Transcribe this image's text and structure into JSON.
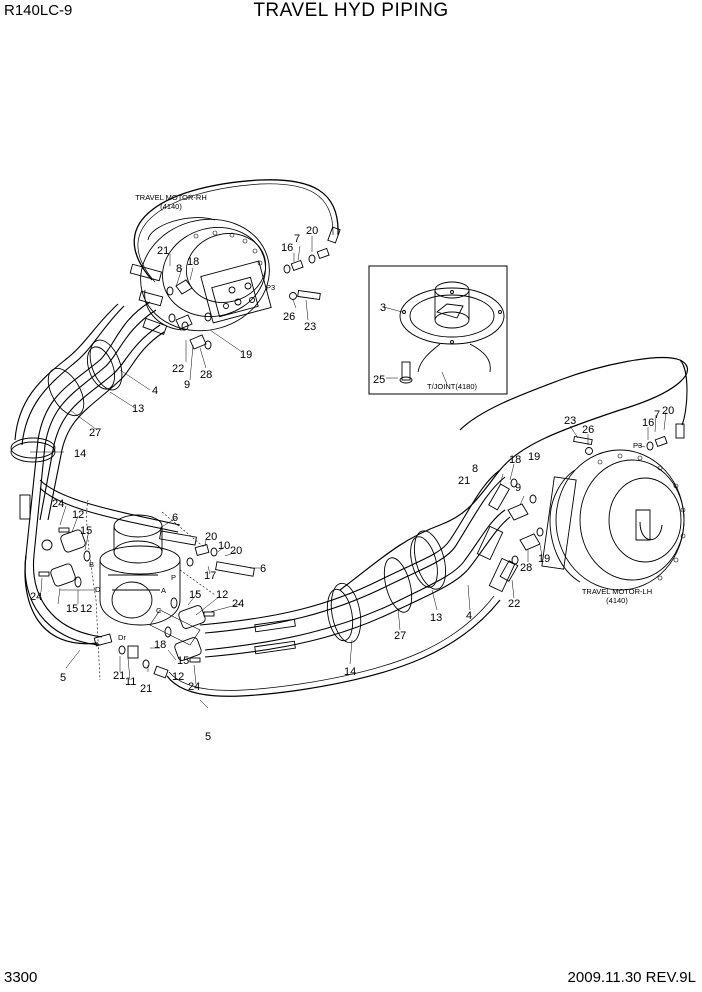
{
  "header": {
    "model": "R140LC-9",
    "title": "TRAVEL HYD PIPING"
  },
  "footer": {
    "page_number": "3300",
    "revision": "2009.11.30  REV.9L"
  },
  "components": {
    "motor_rh_name": "TRAVEL MOTOR-RH",
    "motor_rh_ref": "(4140)",
    "motor_lh_name": "TRAVEL MOTOR-LH",
    "motor_lh_ref": "(4140)",
    "tjoint": "T/JOINT(4180)"
  },
  "port_labels": [
    "P3",
    "P3",
    "A",
    "B",
    "C",
    "D",
    "P",
    "Dr"
  ],
  "part_callouts": [
    "3",
    "4",
    "4",
    "5",
    "5",
    "6",
    "6",
    "7",
    "7",
    "8",
    "8",
    "9",
    "9",
    "10",
    "11",
    "12",
    "12",
    "12",
    "12",
    "13",
    "13",
    "14",
    "14",
    "15",
    "15",
    "15",
    "15",
    "16",
    "16",
    "17",
    "18",
    "18",
    "18",
    "19",
    "19",
    "19",
    "20",
    "20",
    "20",
    "20",
    "21",
    "21",
    "21",
    "21",
    "22",
    "22",
    "23",
    "23",
    "24",
    "24",
    "24",
    "24",
    "25",
    "26",
    "26",
    "27",
    "27",
    "28",
    "28"
  ]
}
